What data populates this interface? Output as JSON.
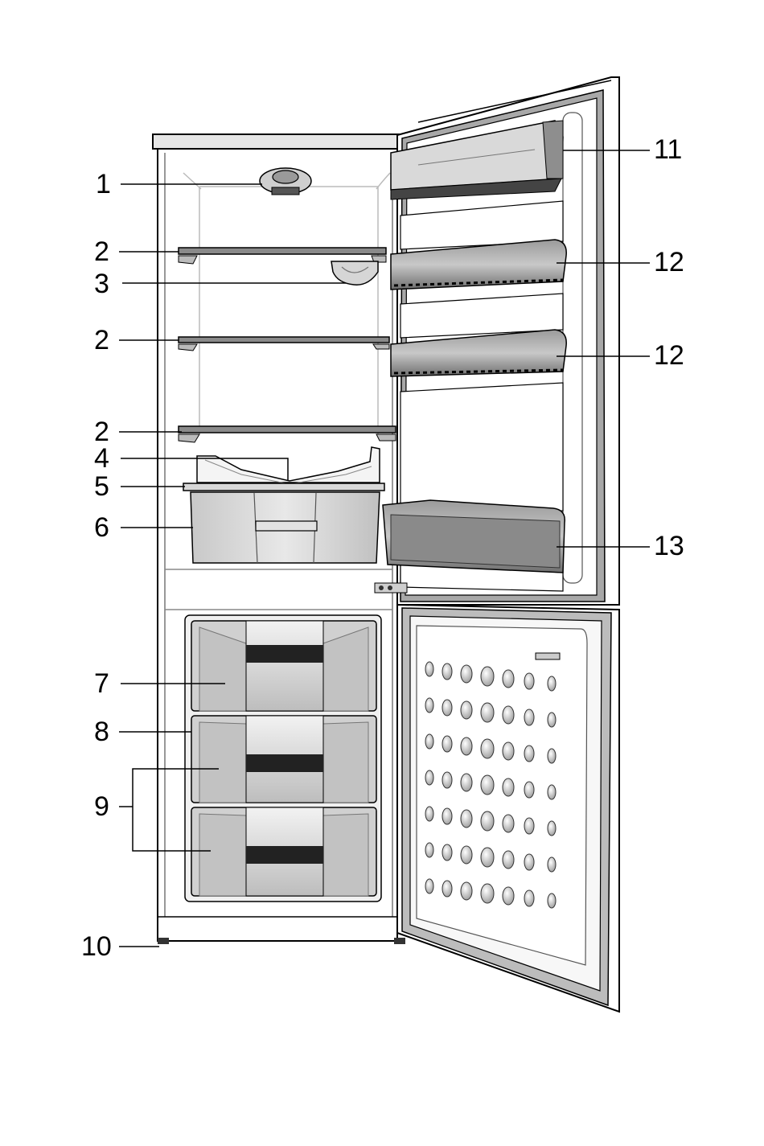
{
  "callouts": {
    "c1": "1",
    "c2a": "2",
    "c3": "3",
    "c2b": "2",
    "c2c": "2",
    "c4": "4",
    "c5": "5",
    "c6": "6",
    "c7": "7",
    "c8": "8",
    "c9": "9",
    "c10": "10",
    "c11": "11",
    "c12a": "12",
    "c12b": "12",
    "c13": "13"
  }
}
